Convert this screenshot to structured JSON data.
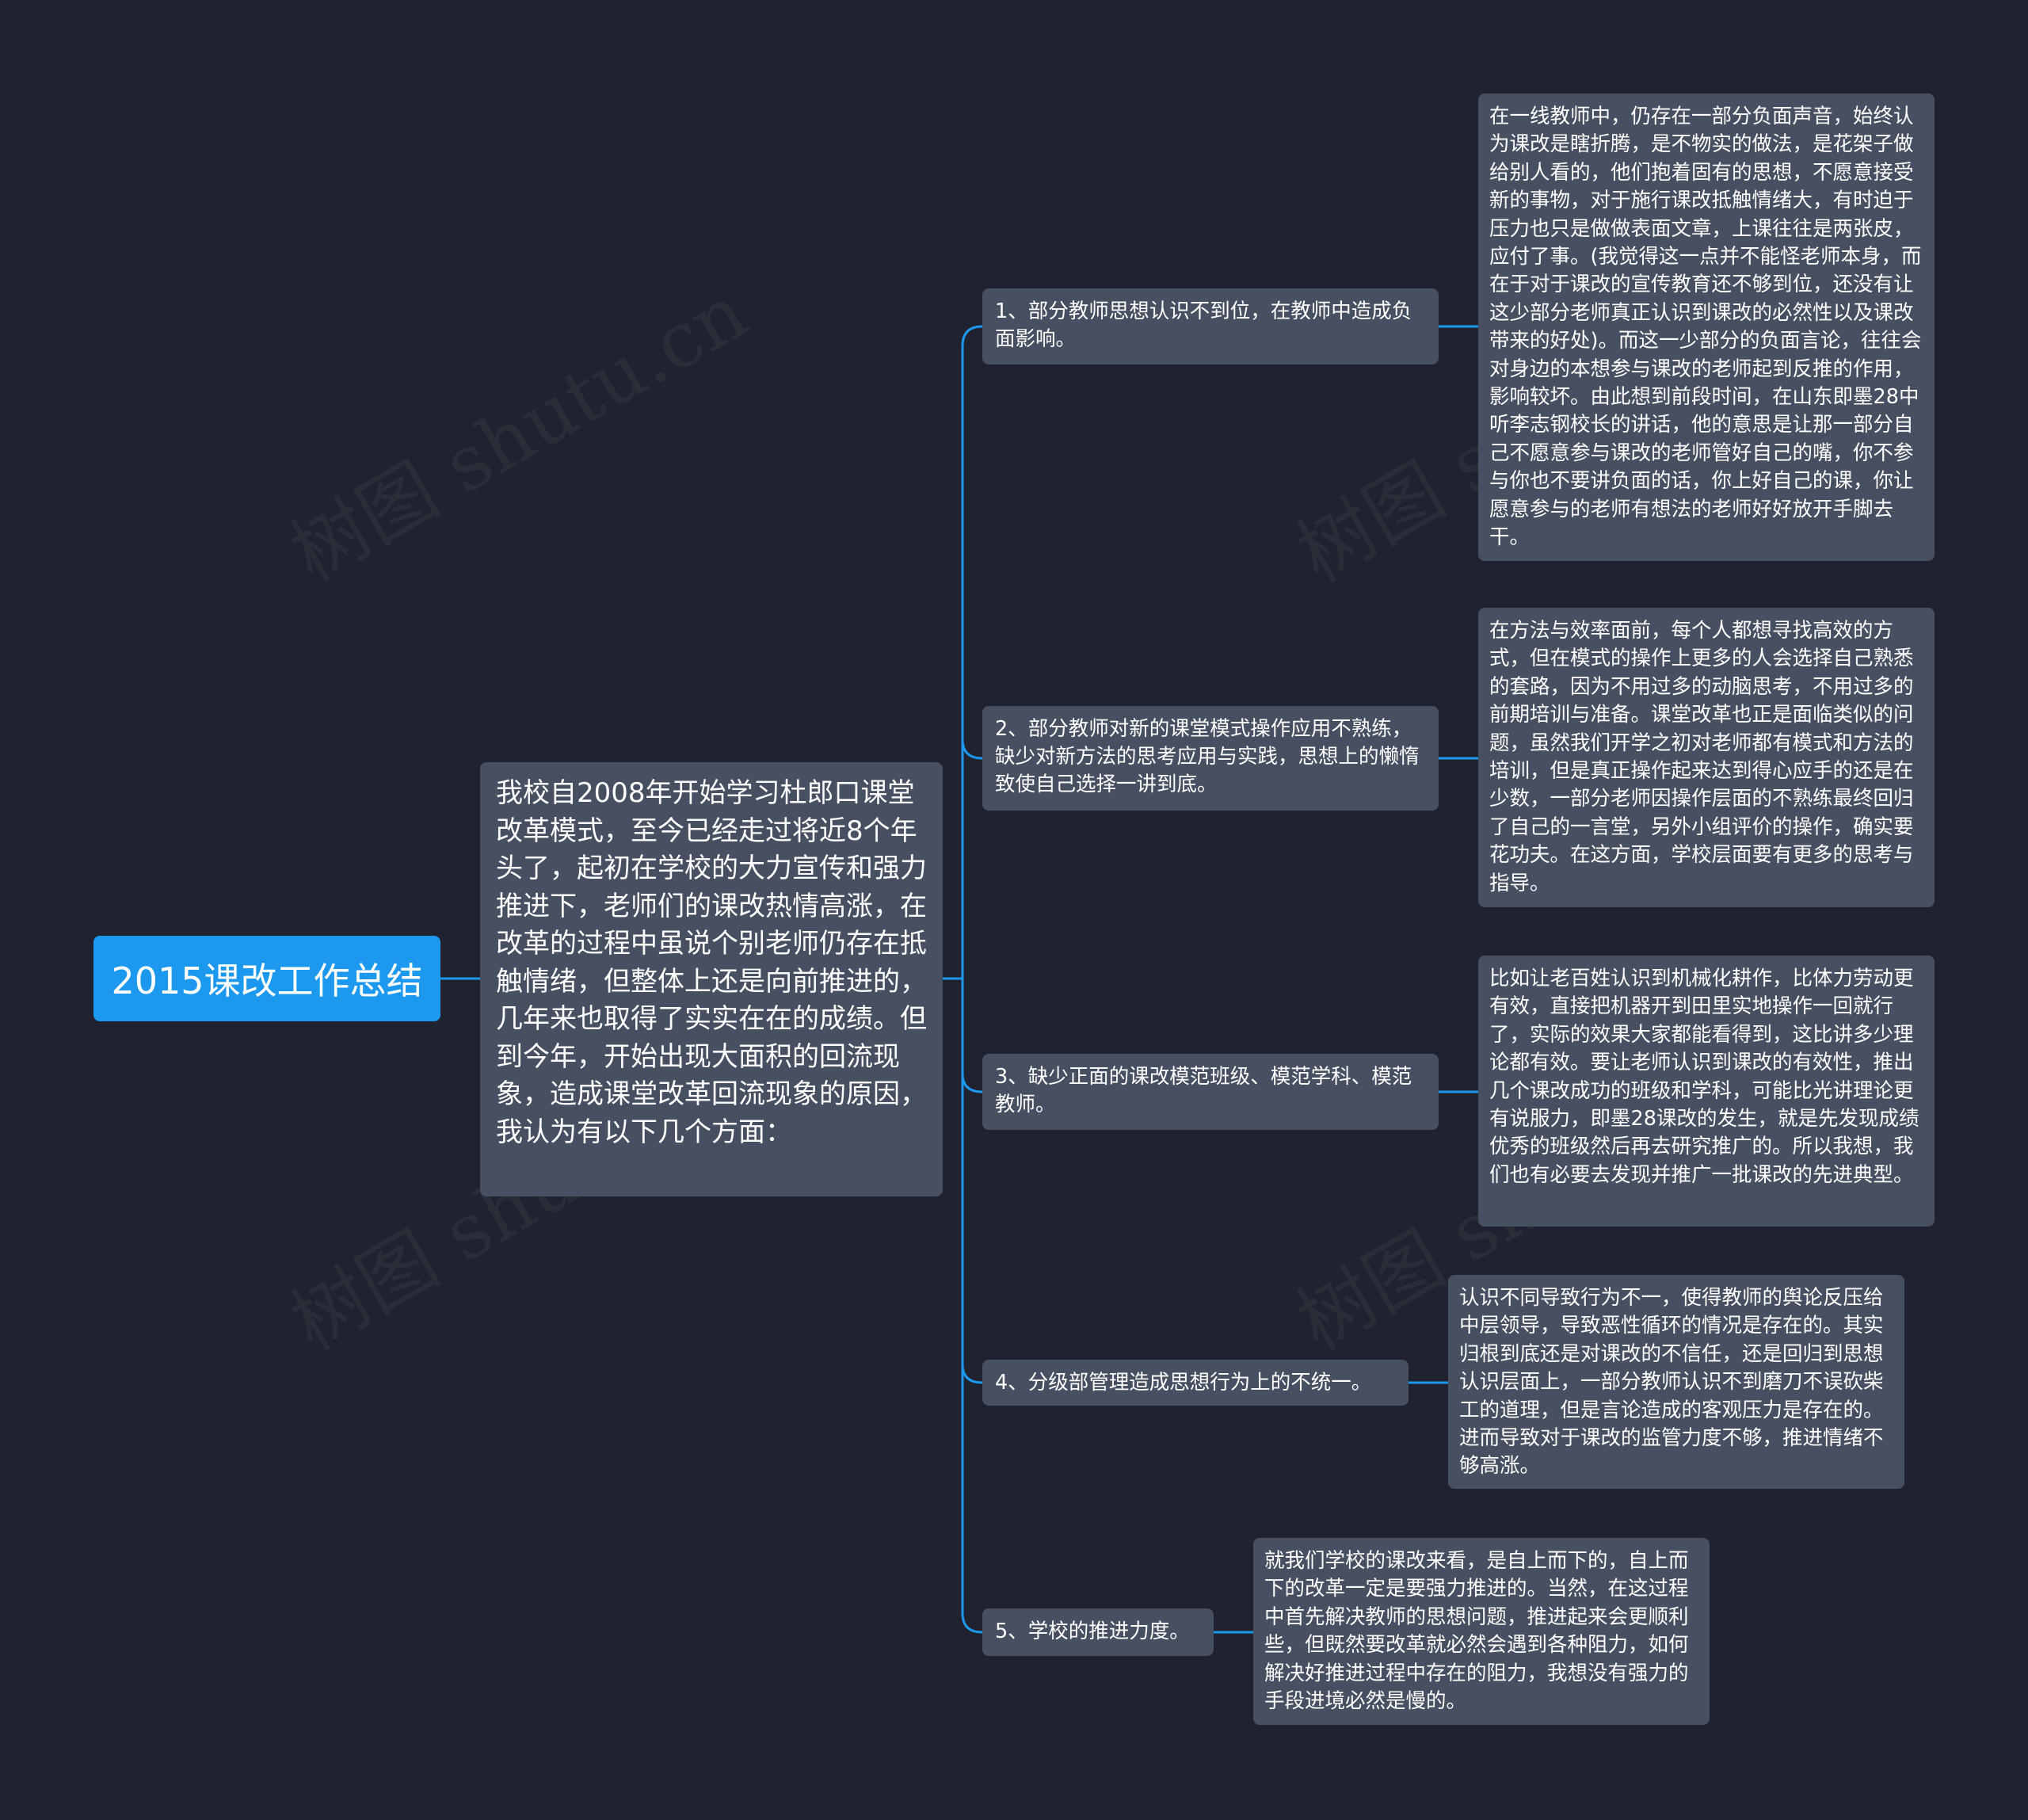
{
  "root": {
    "label": "2015课改工作总结"
  },
  "intro": {
    "text": "我校自2008年开始学习杜郎口课堂改革模式，至今已经走过将近8个年头了，起初在学校的大力宣传和强力推进下，老师们的课改热情高涨，在改革的过程中虽说个别老师仍存在抵触情绪，但整体上还是向前推进的，几年来也取得了实实在在的成绩。但到今年，开始出现大面积的回流现象，造成课堂改革回流现象的原因，我认为有以下几个方面："
  },
  "branches": [
    {
      "label": "1、部分教师思想认识不到位，在教师中造成负面影响。",
      "detail": "在一线教师中，仍存在一部分负面声音，始终认为课改是瞎折腾，是不物实的做法，是花架子做给别人看的，他们抱着固有的思想，不愿意接受新的事物，对于施行课改抵触情绪大，有时迫于压力也只是做做表面文章，上课往往是两张皮，应付了事。(我觉得这一点并不能怪老师本身，而在于对于课改的宣传教育还不够到位，还没有让这少部分老师真正认识到课改的必然性以及课改带来的好处)。而这一少部分的负面言论，往往会对身边的本想参与课改的老师起到反推的作用，影响较坏。由此想到前段时间，在山东即墨28中听李志钢校长的讲话，他的意思是让那一部分自己不愿意参与课改的老师管好自己的嘴，你不参与你也不要讲负面的话，你上好自己的课，你让愿意参与的老师有想法的老师好好放开手脚去干。"
    },
    {
      "label": "2、部分教师对新的课堂模式操作应用不熟练，缺少对新方法的思考应用与实践，思想上的懒惰致使自己选择一讲到底。",
      "detail": "在方法与效率面前，每个人都想寻找高效的方式，但在模式的操作上更多的人会选择自己熟悉的套路，因为不用过多的动脑思考，不用过多的前期培训与准备。课堂改革也正是面临类似的问题，虽然我们开学之初对老师都有模式和方法的培训，但是真正操作起来达到得心应手的还是在少数，一部分老师因操作层面的不熟练最终回归了自己的一言堂，另外小组评价的操作，确实要花功夫。在这方面，学校层面要有更多的思考与指导。"
    },
    {
      "label": "3、缺少正面的课改模范班级、模范学科、模范教师。",
      "detail": "比如让老百姓认识到机械化耕作，比体力劳动更有效，直接把机器开到田里实地操作一回就行了，实际的效果大家都能看得到，这比讲多少理论都有效。要让老师认识到课改的有效性，推出几个课改成功的班级和学科，可能比光讲理论更有说服力，即墨28课改的发生，就是先发现成绩优秀的班级然后再去研究推广的。所以我想，我们也有必要去发现并推广一批课改的先进典型。"
    },
    {
      "label": "4、分级部管理造成思想行为上的不统一。",
      "detail": "认识不同导致行为不一，使得教师的舆论反压给中层领导，导致恶性循环的情况是存在的。其实归根到底还是对课改的不信任，还是回归到思想认识层面上，一部分教师认识不到磨刀不误砍柴工的道理，但是言论造成的客观压力是存在的。进而导致对于课改的监管力度不够，推进情绪不够高涨。"
    },
    {
      "label": "5、学校的推进力度。",
      "detail": "就我们学校的课改来看，是自上而下的，自上而下的改革一定是要强力推进的。当然，在这过程中首先解决教师的思想问题，推进起来会更顺利些，但既然要改革就必然会遇到各种阻力，如何解决好推进过程中存在的阻力，我想没有强力的手段进境必然是慢的。"
    }
  ],
  "watermark": "树图 shutu.cn",
  "colors": {
    "background": "#20232f",
    "root_fill": "#1c98ee",
    "node_fill": "#475060",
    "connector": "#1c98ee",
    "text": "#ffffff"
  }
}
